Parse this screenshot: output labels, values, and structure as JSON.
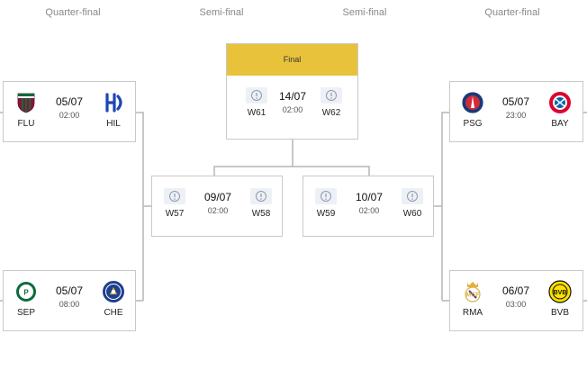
{
  "rounds": {
    "qf_left": "Quarter-final",
    "sf_left": "Semi-final",
    "sf_right": "Semi-final",
    "qf_right": "Quarter-final"
  },
  "final": {
    "label": "Final",
    "date": "14/07",
    "time": "02:00",
    "home": "W61",
    "away": "W62"
  },
  "semifinals": [
    {
      "date": "09/07",
      "time": "02:00",
      "home": "W57",
      "away": "W58"
    },
    {
      "date": "10/07",
      "time": "02:00",
      "home": "W59",
      "away": "W60"
    }
  ],
  "quarterfinals": [
    {
      "date": "05/07",
      "time": "02:00",
      "home": "FLU",
      "away": "HIL"
    },
    {
      "date": "05/07",
      "time": "08:00",
      "home": "SEP",
      "away": "CHE"
    },
    {
      "date": "05/07",
      "time": "23:00",
      "home": "PSG",
      "away": "BAY"
    },
    {
      "date": "06/07",
      "time": "03:00",
      "home": "RMA",
      "away": "BVB"
    }
  ],
  "icons": {
    "placeholder": "info-circle-icon",
    "flu": "fluminense-crest-icon",
    "hil": "al-hilal-crest-icon",
    "sep": "palmeiras-crest-icon",
    "che": "chelsea-crest-icon",
    "psg": "psg-crest-icon",
    "bay": "bayern-crest-icon",
    "rma": "real-madrid-crest-icon",
    "bvb": "dortmund-crest-icon"
  },
  "colors": {
    "final_header": "#e9c23c",
    "card_border": "#c9c9c9",
    "connector": "#b5b5b5",
    "placeholder_bg": "#edf0f5"
  }
}
